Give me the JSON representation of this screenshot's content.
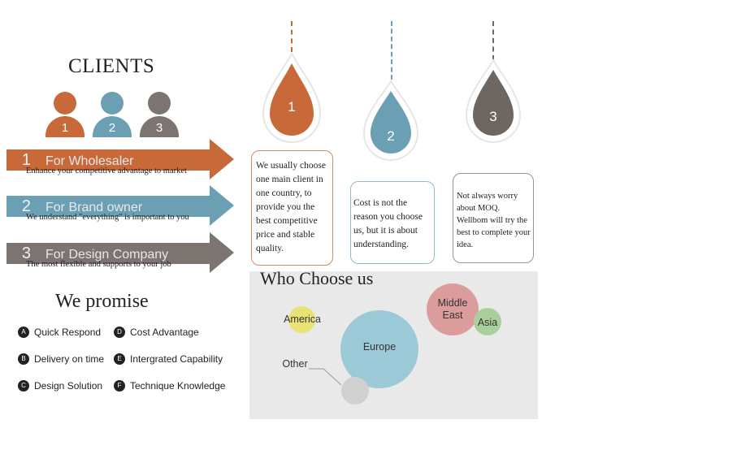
{
  "clients": {
    "title": "CLIENTS",
    "people": [
      {
        "number": "1",
        "color": "#c8693a"
      },
      {
        "number": "2",
        "color": "#6ba0b4"
      },
      {
        "number": "3",
        "color": "#7b7470"
      }
    ]
  },
  "client_types": [
    {
      "number": "1",
      "title": "For Wholesaler",
      "description": "Enhance your competitive advantage to market",
      "color": "#c8693a"
    },
    {
      "number": "2",
      "title": "For Brand owner",
      "description": "We understand \"everything\" is important to you",
      "color": "#6ba0b4"
    },
    {
      "number": "3",
      "title": "For Design Company",
      "description": "The most flexible and supports to your job",
      "color": "#7b7470"
    }
  ],
  "promise": {
    "title": "We promise",
    "items": [
      {
        "badge": "A",
        "label": "Quick Respond"
      },
      {
        "badge": "D",
        "label": "Cost Advantage"
      },
      {
        "badge": "B",
        "label": "Delivery on time"
      },
      {
        "badge": "E",
        "label": "Intergrated Capability"
      },
      {
        "badge": "C",
        "label": "Design Solution"
      },
      {
        "badge": "F",
        "label": "Technique Knowledge"
      }
    ]
  },
  "drops": [
    {
      "number": "1",
      "color": "#c8693a",
      "text": "We usually choose one main client in one country, to provide you the best competitive price and stable quality."
    },
    {
      "number": "2",
      "color": "#6ba0b4",
      "text": "Cost is not the reason you choose us, but it is about understanding."
    },
    {
      "number": "3",
      "color": "#6e6660",
      "text": "Not always worry about MOQ. Wellbom will try the best to complete your idea."
    }
  ],
  "who_choose": {
    "title": "Who Choose us",
    "regions": [
      {
        "label": "America",
        "color": "#e9e275"
      },
      {
        "label": "Europe",
        "color": "#9cc9d8"
      },
      {
        "label": "Middle East",
        "color": "#dc9c9c"
      },
      {
        "label": "Asia",
        "color": "#a9d09a"
      },
      {
        "label": "Other",
        "color": "#d0d0d0"
      }
    ]
  }
}
